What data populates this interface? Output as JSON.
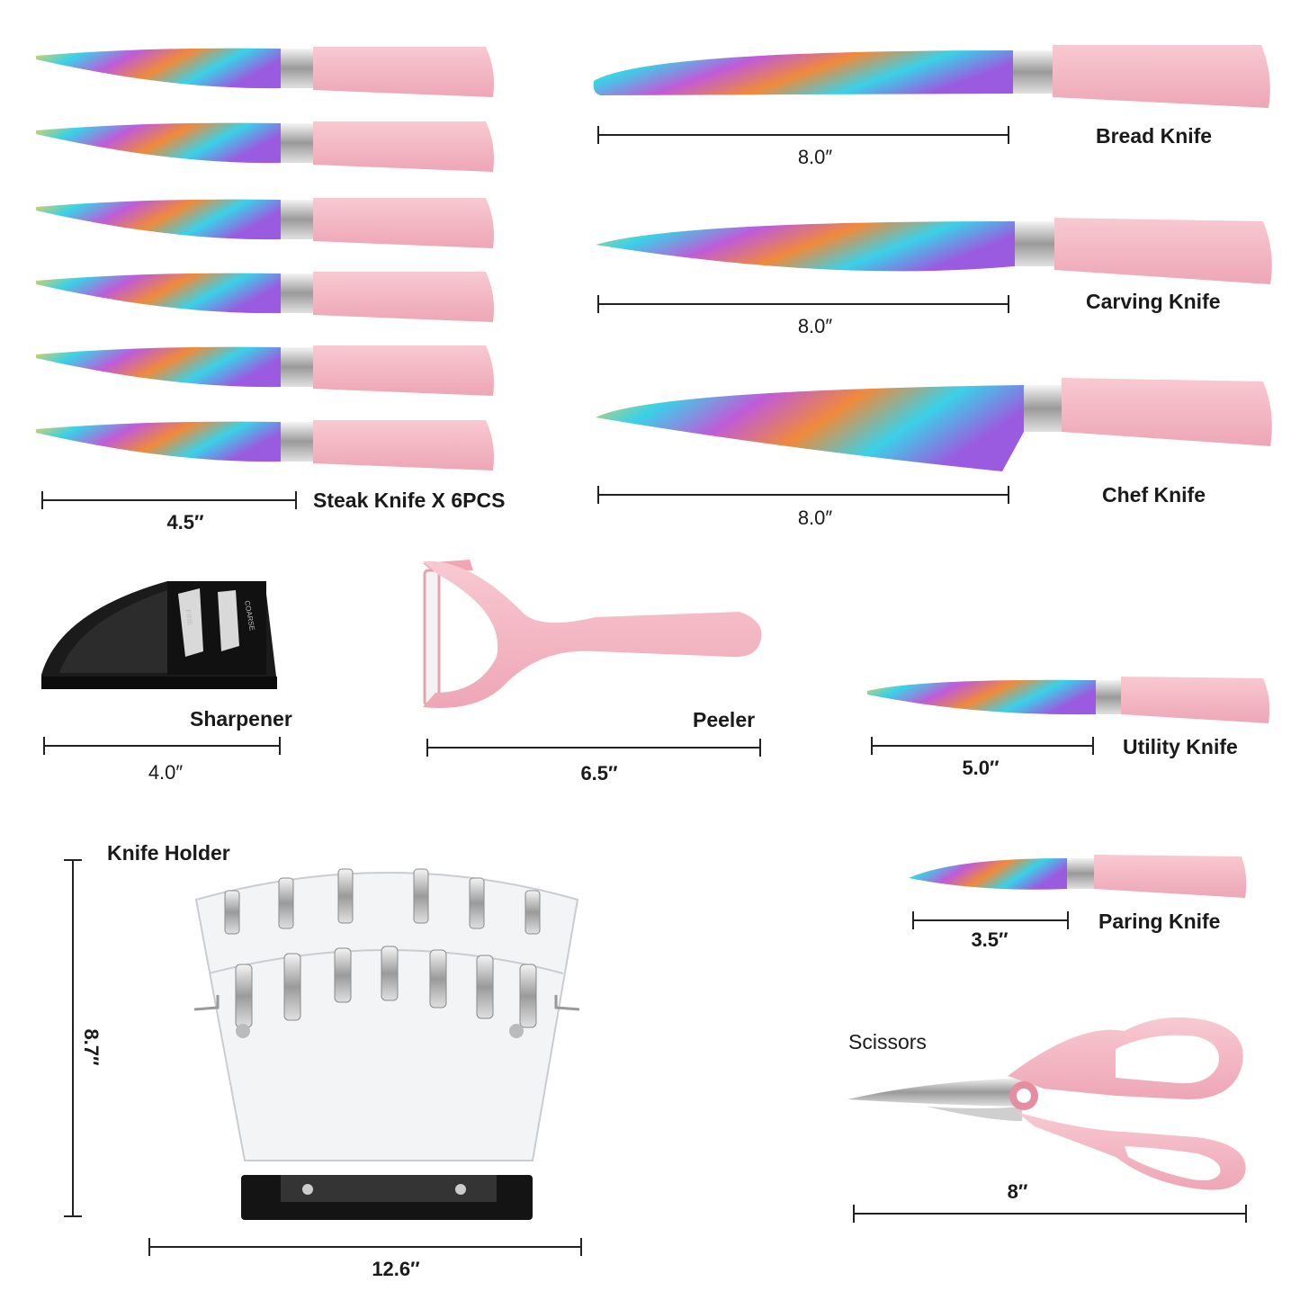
{
  "colors": {
    "handle": "#f5b8c4",
    "handle_dark": "#e79aab",
    "blade_a": "#3ad1e8",
    "blade_b": "#c05bd8",
    "blade_c": "#f2d14a",
    "ruler": "#222222"
  },
  "steak": {
    "label": "Steak Knife X 6PCS",
    "size": "4.5″"
  },
  "bread": {
    "label": "Bread Knife",
    "size": "8.0″"
  },
  "carving": {
    "label": "Carving Knife",
    "size": "8.0″"
  },
  "chef": {
    "label": "Chef Knife",
    "size": "8.0″"
  },
  "sharpener": {
    "label": "Sharpener",
    "size": "4.0″",
    "slot_fine": "FINE",
    "slot_coarse": "COARSE"
  },
  "peeler": {
    "label": "Peeler",
    "size": "6.5″"
  },
  "utility": {
    "label": "Utility Knife",
    "size": "5.0″"
  },
  "paring": {
    "label": "Paring Knife",
    "size": "3.5″"
  },
  "holder": {
    "label": "Knife Holder",
    "height": "8.7″",
    "width": "12.6″"
  },
  "scissors": {
    "label": "Scissors",
    "size": "8″"
  }
}
